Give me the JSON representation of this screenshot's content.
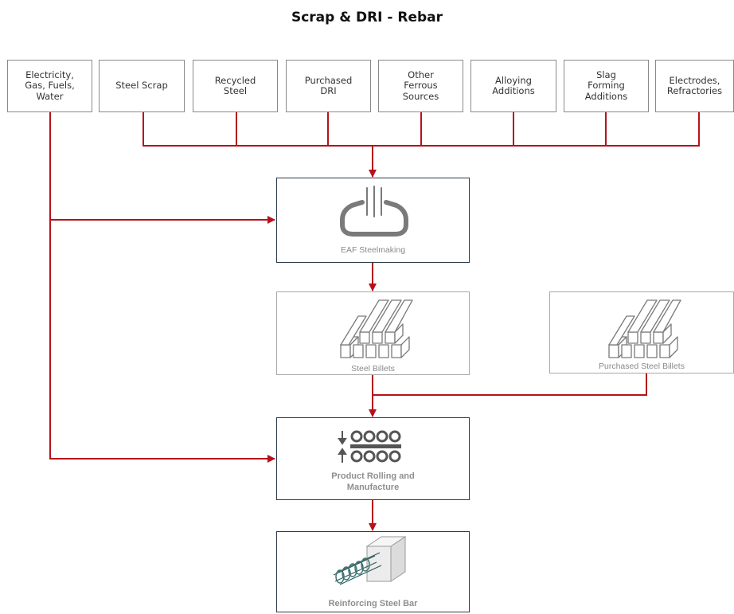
{
  "title": "Scrap & DRI - Rebar",
  "inputs": [
    {
      "label": "Electricity,\nGas, Fuels,\nWater"
    },
    {
      "label": "Steel Scrap"
    },
    {
      "label": "Recycled\nSteel"
    },
    {
      "label": "Purchased\nDRI"
    },
    {
      "label": "Other\nFerrous\nSources"
    },
    {
      "label": "Alloying\nAdditions"
    },
    {
      "label": "Slag\nForming\nAdditions"
    },
    {
      "label": "Electrodes,\nRefractories"
    }
  ],
  "stages": {
    "eaf": {
      "label": "EAF Steelmaking",
      "icon": "eaf-furnace-icon"
    },
    "billets": {
      "label": "Steel Billets",
      "icon": "steel-billets-icon"
    },
    "purchased_billets": {
      "label": "Purchased Steel Billets",
      "icon": "steel-billets-icon"
    },
    "rolling": {
      "label": "Product Rolling and\nManufacture",
      "icon": "rolling-mill-icon"
    },
    "rebar": {
      "label": "Reinforcing Steel Bar",
      "icon": "rebar-icon"
    }
  },
  "colors": {
    "arrow": "#b5121b",
    "stage_border": "#2b3a4a",
    "input_border": "#8a8a8a"
  }
}
